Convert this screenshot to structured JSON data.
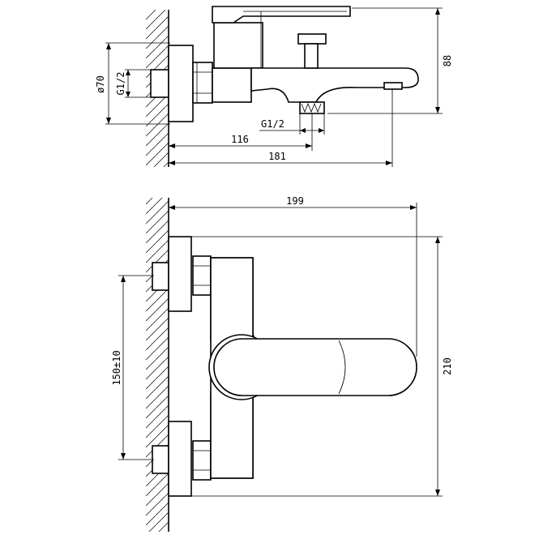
{
  "dimensions": {
    "side_view": {
      "wall_diameter": "ø70",
      "inlet_thread": "G1/2",
      "outlet_thread": "G1/2",
      "height": "88",
      "depth_to_outlet": "116",
      "depth_to_spout": "181"
    },
    "front_view": {
      "width": "199",
      "height": "210",
      "inlet_spacing": "150±10"
    }
  }
}
